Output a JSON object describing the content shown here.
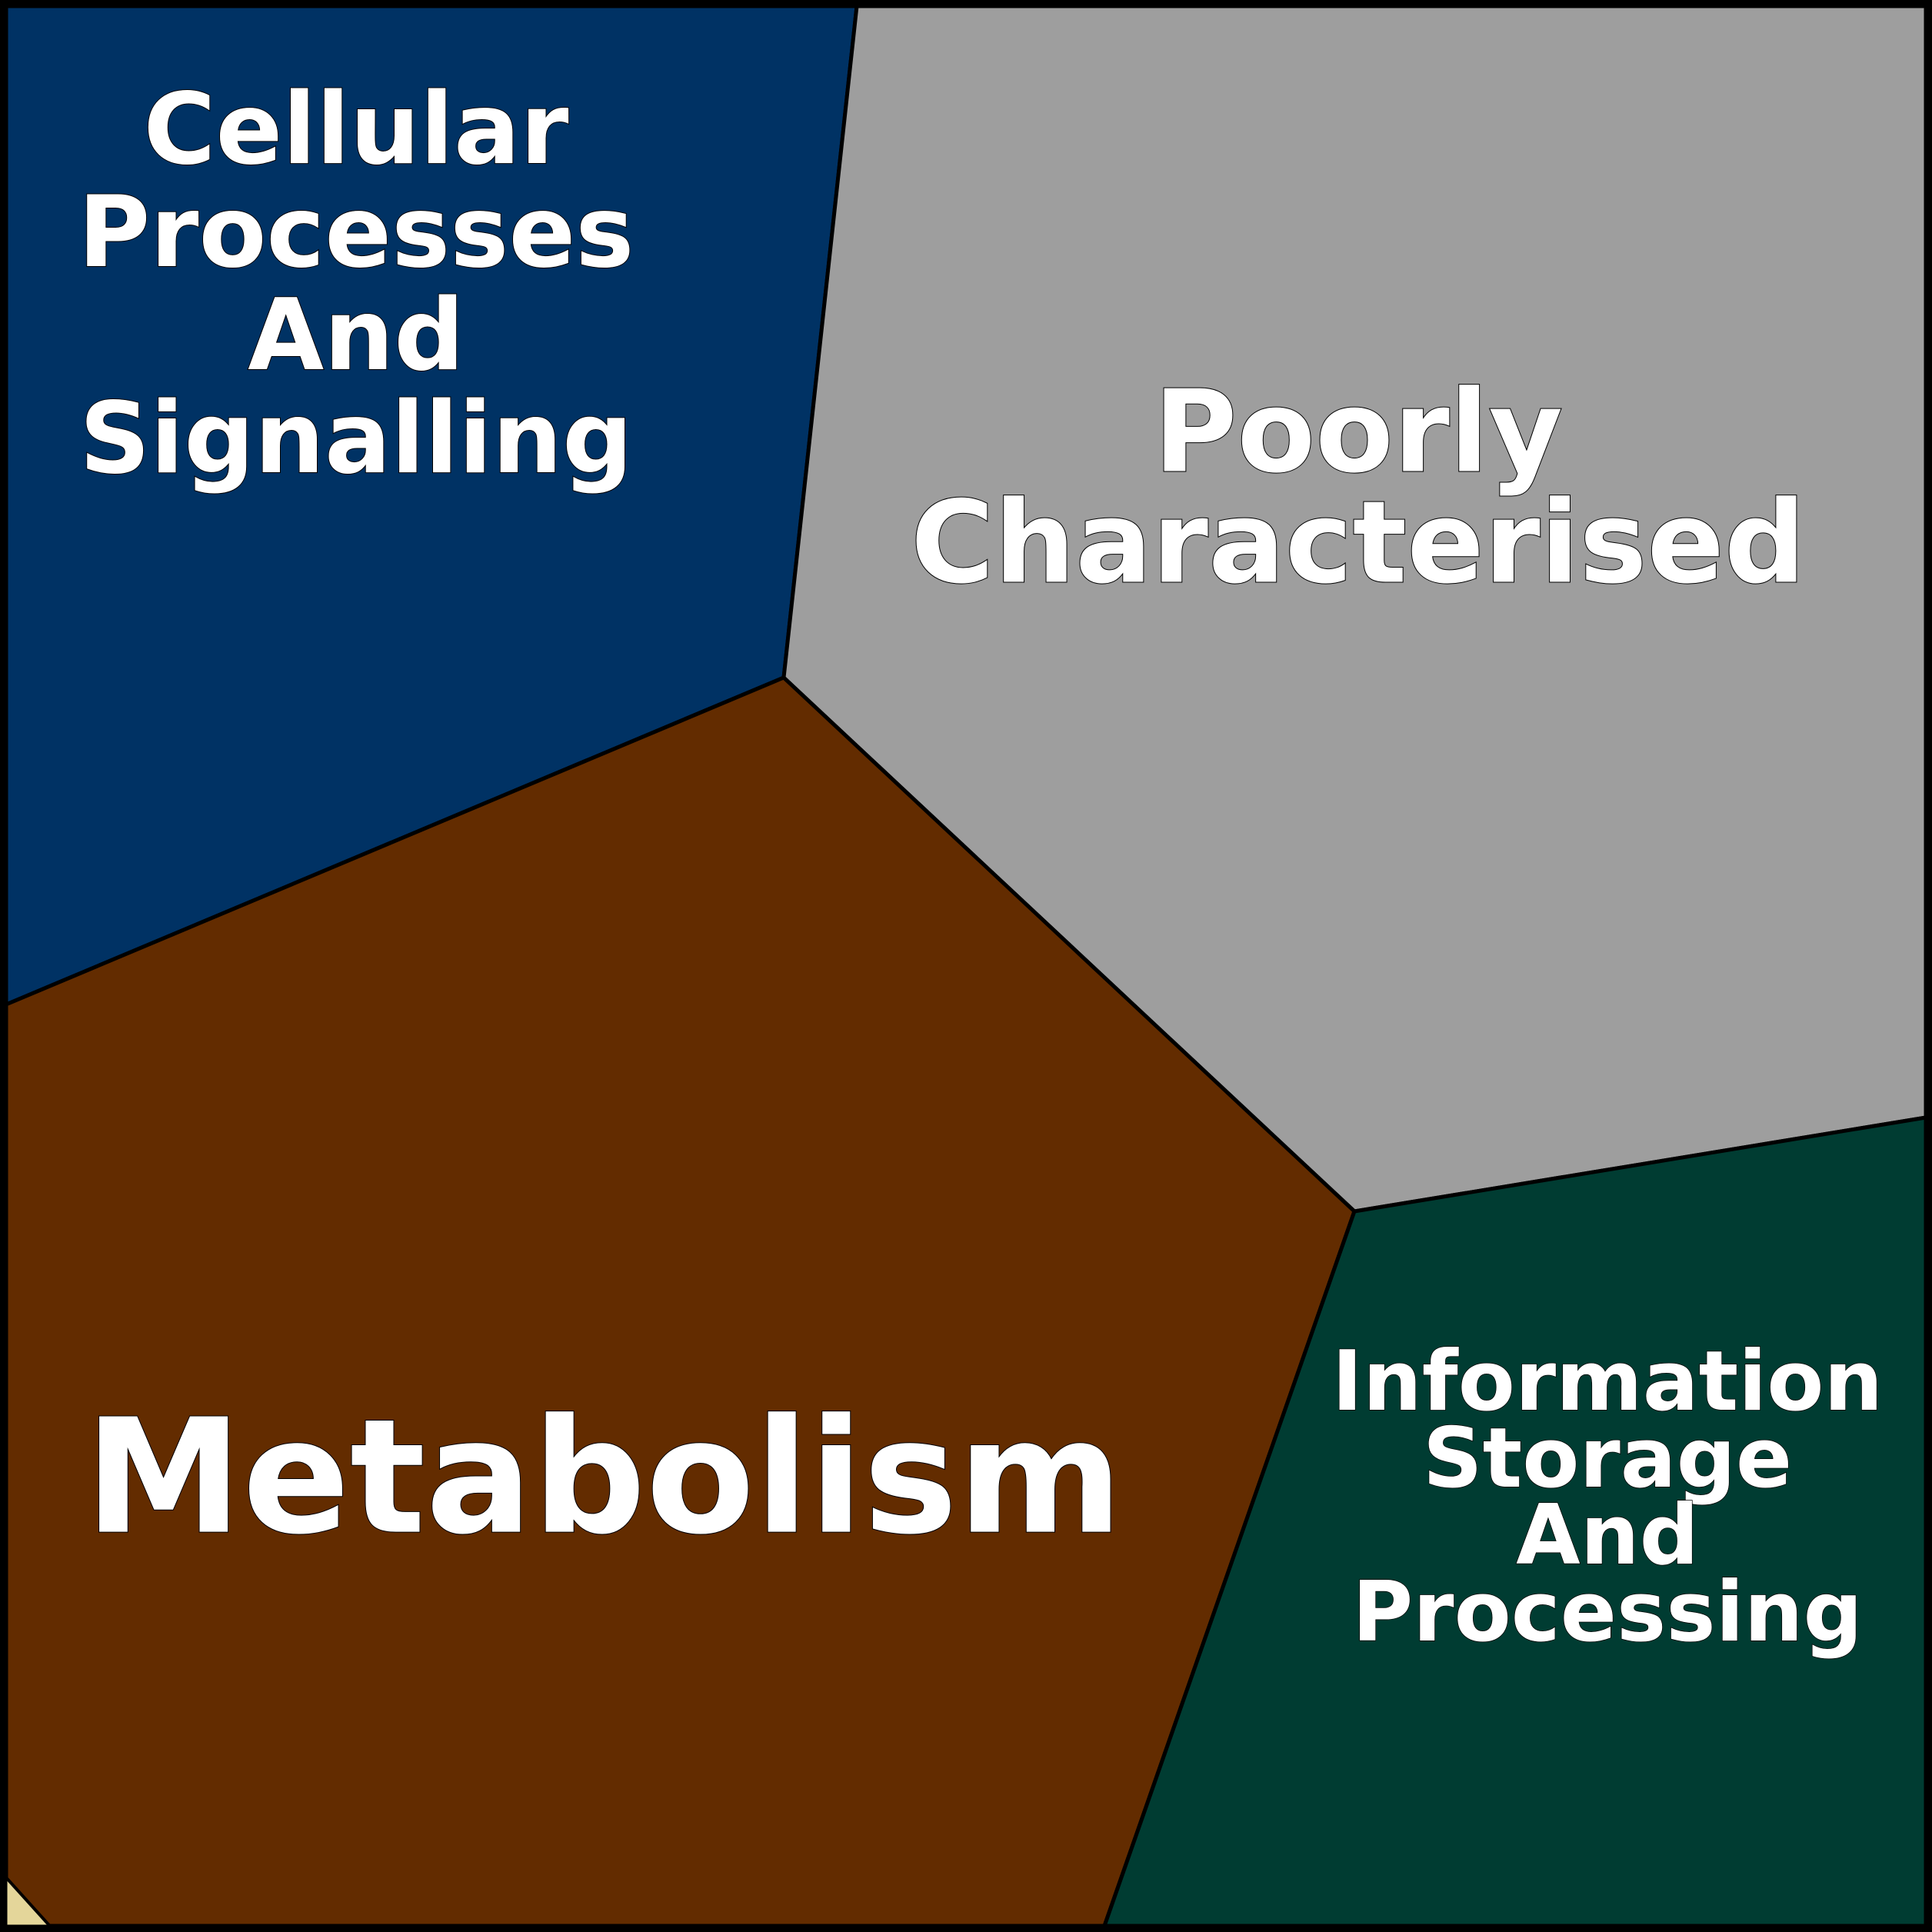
{
  "diagram": {
    "type": "voronoi-treemap",
    "background_color": "#000000",
    "regions": [
      {
        "id": "cellular",
        "lines": [
          "Cellular",
          "Processes",
          "And",
          "Signalling"
        ],
        "color": "#003264"
      },
      {
        "id": "poorly",
        "lines": [
          "Poorly",
          "Characterised"
        ],
        "color": "#9e9e9e"
      },
      {
        "id": "metabolism",
        "lines": [
          "Metabolism"
        ],
        "color": "#632c00"
      },
      {
        "id": "information",
        "lines": [
          "Information",
          "Storage",
          "And",
          "Processing"
        ],
        "color": "#003c32"
      },
      {
        "id": "small-corner",
        "lines": [],
        "color": "#e4d69a"
      }
    ]
  }
}
